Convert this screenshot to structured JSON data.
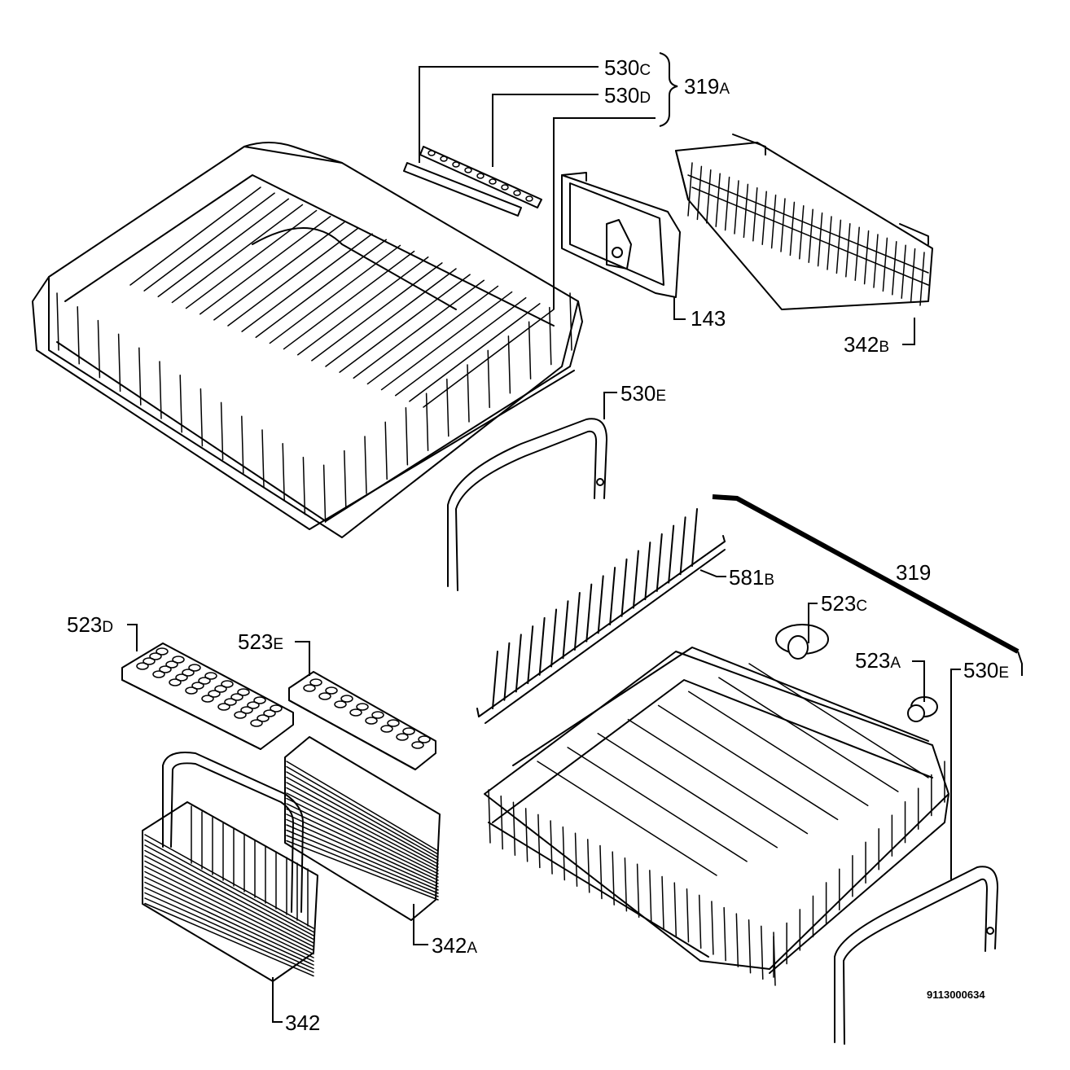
{
  "labels": {
    "p530c": {
      "num": "530",
      "suf": "C"
    },
    "p530d": {
      "num": "530",
      "suf": "D"
    },
    "p319a": {
      "num": "319",
      "suf": "A"
    },
    "p143": {
      "num": "143",
      "suf": ""
    },
    "p342b": {
      "num": "342",
      "suf": "B"
    },
    "p530e_upper": {
      "num": "530",
      "suf": "E"
    },
    "p581b": {
      "num": "581",
      "suf": "B"
    },
    "p319": {
      "num": "319",
      "suf": ""
    },
    "p523c": {
      "num": "523",
      "suf": "C"
    },
    "p523a": {
      "num": "523",
      "suf": "A"
    },
    "p530e_lower": {
      "num": "530",
      "suf": "E"
    },
    "p523d": {
      "num": "523",
      "suf": "D"
    },
    "p523e": {
      "num": "523",
      "suf": "E"
    },
    "p342a": {
      "num": "342",
      "suf": "A"
    },
    "p342": {
      "num": "342",
      "suf": ""
    }
  },
  "drawing_code": "9113000634"
}
